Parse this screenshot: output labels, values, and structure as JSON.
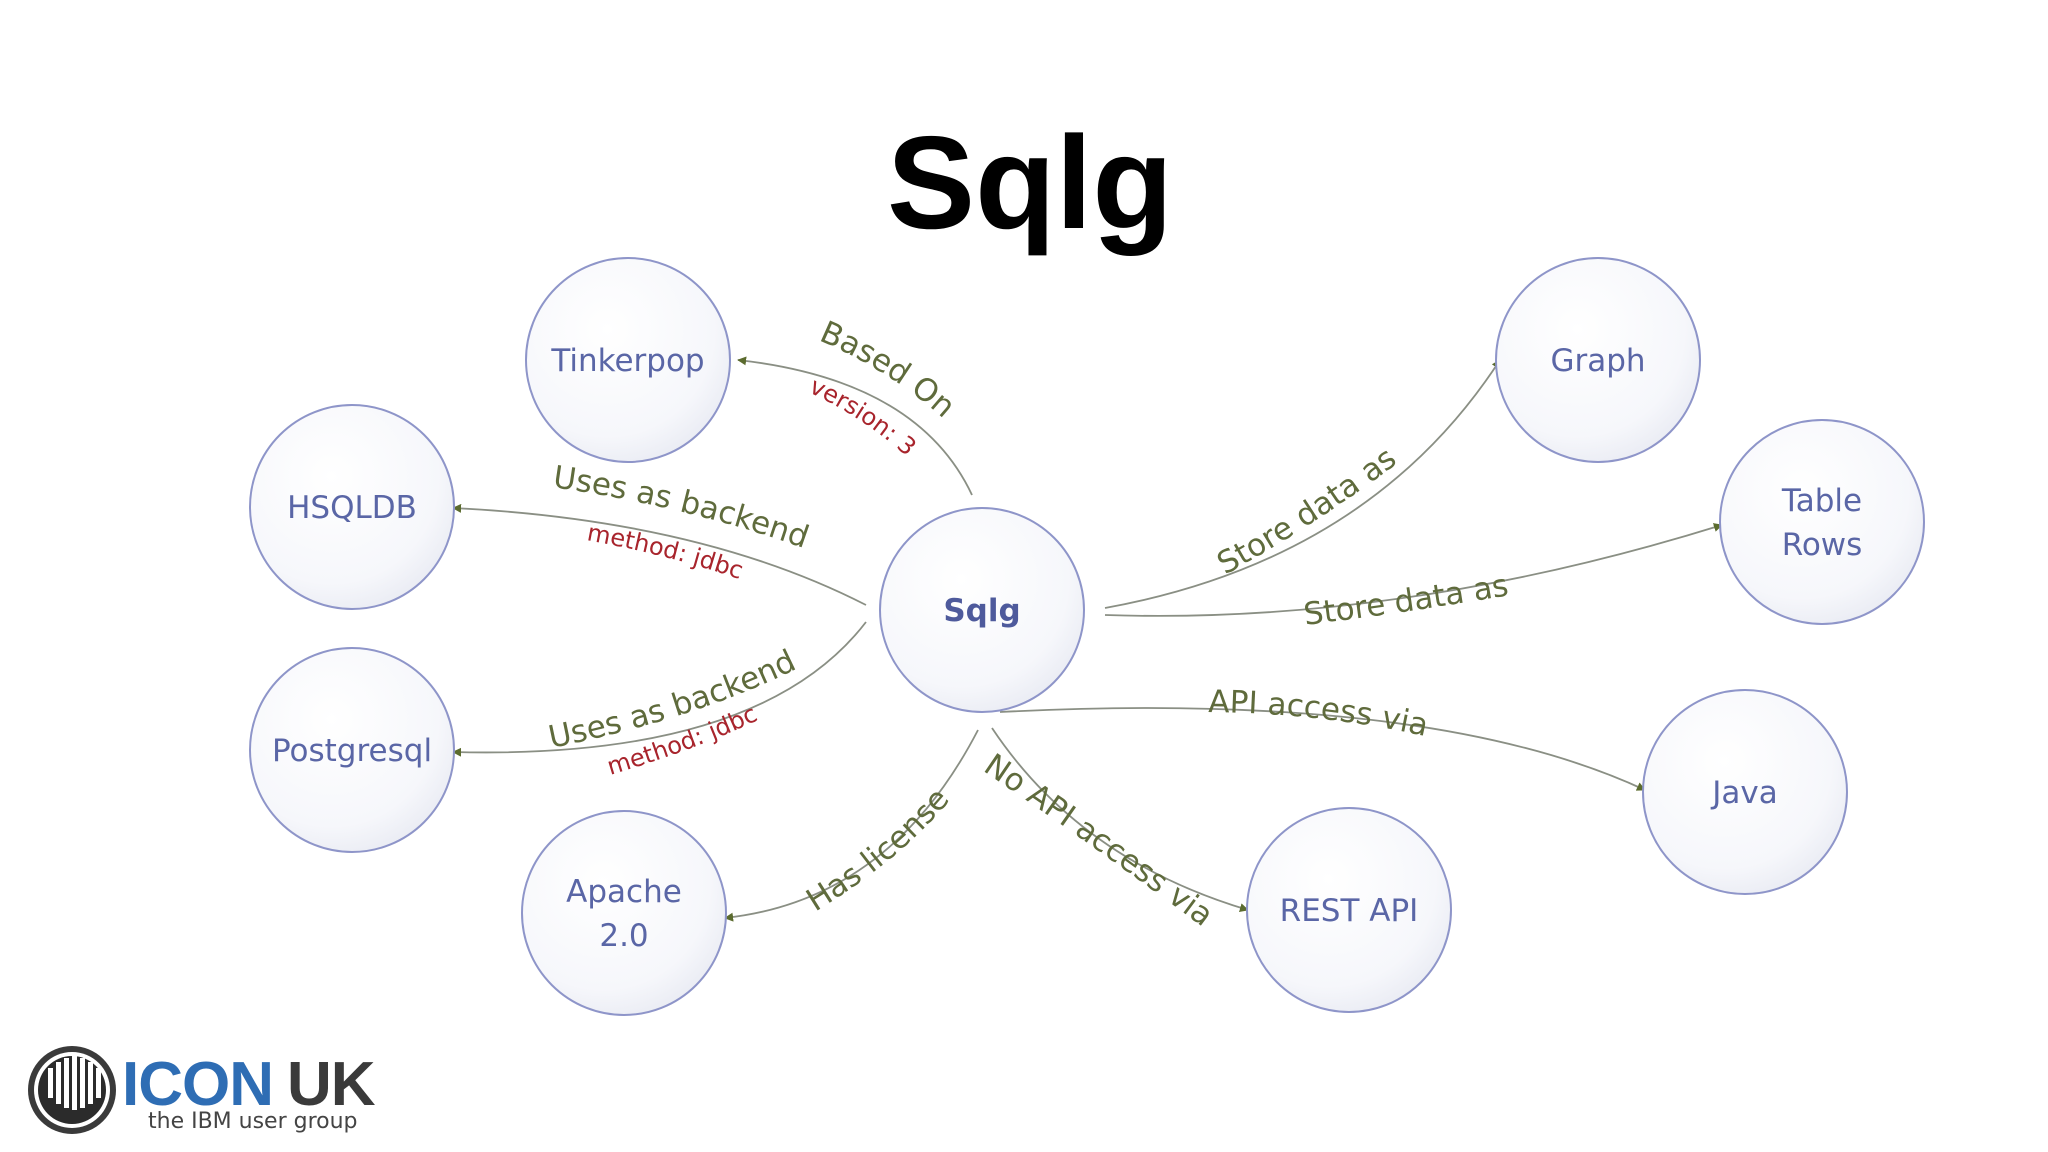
{
  "title": "Sqlg",
  "nodes": [
    {
      "id": "sqlg",
      "lines": [
        "Sqlg"
      ],
      "bold": true
    },
    {
      "id": "tinkerpop",
      "lines": [
        "Tinkerpop"
      ]
    },
    {
      "id": "hsqldb",
      "lines": [
        "HSQLDB"
      ]
    },
    {
      "id": "postgresql",
      "lines": [
        "Postgresql"
      ]
    },
    {
      "id": "apache",
      "lines": [
        "Apache",
        "2.0"
      ]
    },
    {
      "id": "graph",
      "lines": [
        "Graph"
      ]
    },
    {
      "id": "tablerows",
      "lines": [
        "Table",
        "Rows"
      ]
    },
    {
      "id": "java",
      "lines": [
        "Java"
      ]
    },
    {
      "id": "restapi",
      "lines": [
        "REST API"
      ]
    }
  ],
  "edges": [
    {
      "from": "sqlg",
      "to": "tinkerpop",
      "label": "Based On",
      "property": "version: 3"
    },
    {
      "from": "sqlg",
      "to": "hsqldb",
      "label": "Uses as backend",
      "property": "method: jdbc"
    },
    {
      "from": "sqlg",
      "to": "postgresql",
      "label": "Uses as backend",
      "property": "method: jdbc"
    },
    {
      "from": "sqlg",
      "to": "apache",
      "label": "Has license",
      "property": ""
    },
    {
      "from": "sqlg",
      "to": "graph",
      "label": "Store data as",
      "property": ""
    },
    {
      "from": "sqlg",
      "to": "tablerows",
      "label": "Store data as",
      "property": ""
    },
    {
      "from": "sqlg",
      "to": "java",
      "label": "API access via",
      "property": ""
    },
    {
      "from": "sqlg",
      "to": "restapi",
      "label": "No API access via",
      "property": ""
    }
  ],
  "logo": {
    "brand_part1": "ICON",
    "brand_part2": "UK",
    "tagline": "the IBM user group",
    "color_primary": "#2e6db4",
    "color_secondary": "#3a3a3a"
  },
  "colors": {
    "node_stroke": "#8e95c9",
    "node_text": "#5a66a6",
    "edge_label": "#5f6b3c",
    "edge_property": "#a8242c",
    "arrow": "#5b6b2e"
  }
}
